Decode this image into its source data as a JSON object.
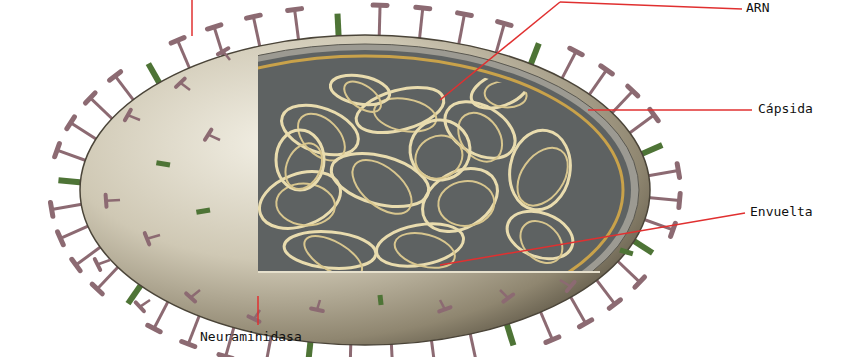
{
  "diagram": {
    "labels": [
      "ARN",
      "Cápsida",
      "Envuelta",
      "Neuraminidasa"
    ]
  }
}
